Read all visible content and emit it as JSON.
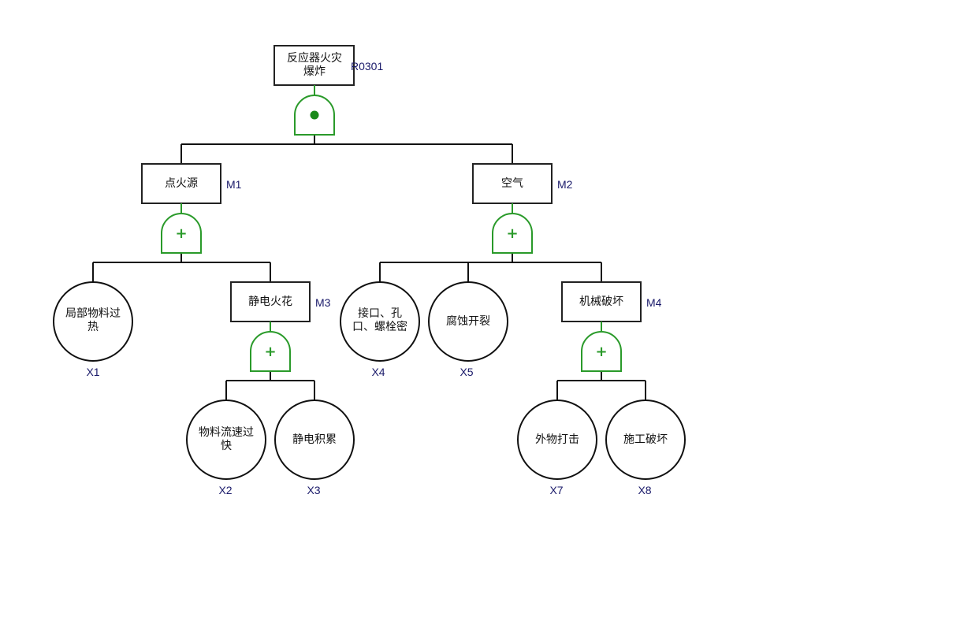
{
  "diagram": {
    "type": "fault-tree",
    "top_event": {
      "id": "R0301",
      "label_lines": [
        "反应器火灾",
        "爆炸"
      ],
      "gate": "AND"
    },
    "intermediate_events": [
      {
        "id": "M1",
        "label_lines": [
          "点火源"
        ],
        "gate": "OR"
      },
      {
        "id": "M2",
        "label_lines": [
          "空气"
        ],
        "gate": "OR"
      },
      {
        "id": "M3",
        "label_lines": [
          "静电火花"
        ],
        "gate": "OR"
      },
      {
        "id": "M4",
        "label_lines": [
          "机械破坏"
        ],
        "gate": "OR"
      }
    ],
    "basic_events": [
      {
        "id": "X1",
        "label_lines": [
          "局部物料过",
          "热"
        ]
      },
      {
        "id": "X2",
        "label_lines": [
          "物料流速过",
          "快"
        ]
      },
      {
        "id": "X3",
        "label_lines": [
          "静电积累"
        ]
      },
      {
        "id": "X4",
        "label_lines": [
          "接口、孔",
          "口、螺栓密"
        ]
      },
      {
        "id": "X5",
        "label_lines": [
          "腐蚀开裂"
        ]
      },
      {
        "id": "X7",
        "label_lines": [
          "外物打击"
        ]
      },
      {
        "id": "X8",
        "label_lines": [
          "施工破坏"
        ]
      }
    ],
    "edges": [
      [
        "R0301",
        "M1"
      ],
      [
        "R0301",
        "M2"
      ],
      [
        "M1",
        "X1"
      ],
      [
        "M1",
        "M3"
      ],
      [
        "M3",
        "X2"
      ],
      [
        "M3",
        "X3"
      ],
      [
        "M2",
        "X4"
      ],
      [
        "M2",
        "X5"
      ],
      [
        "M2",
        "M4"
      ],
      [
        "M4",
        "X7"
      ],
      [
        "M4",
        "X8"
      ]
    ],
    "gate_symbols": {
      "AND": "dot",
      "OR": "+"
    },
    "colors": {
      "gate": "#2a9a2a",
      "outline": "#111111",
      "id_text": "#1a1a6a"
    }
  }
}
